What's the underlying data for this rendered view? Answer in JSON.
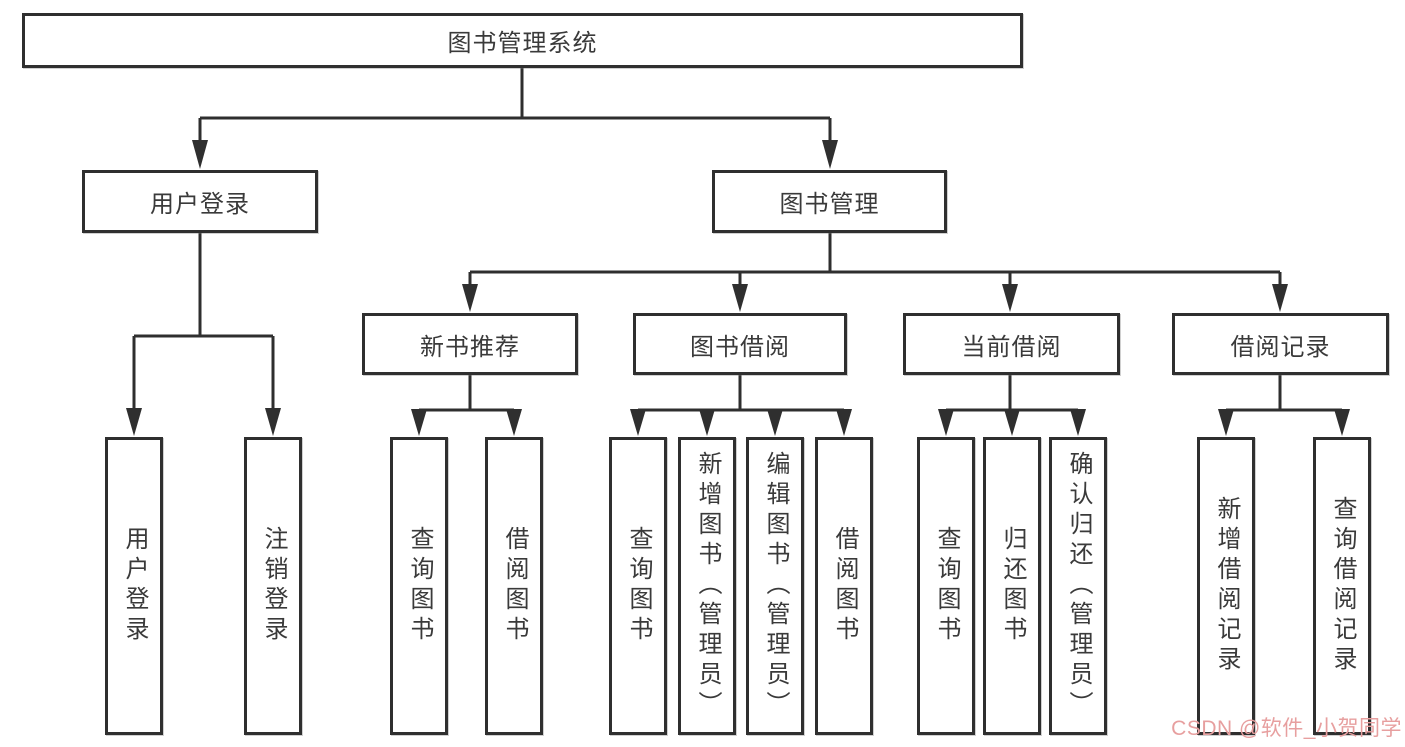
{
  "nodes": {
    "root": "图书管理系统",
    "user_login": "用户登录",
    "book_management": "图书管理",
    "new_book_recommend": "新书推荐",
    "book_borrow": "图书借阅",
    "current_borrow": "当前借阅",
    "borrow_records": "借阅记录"
  },
  "leaves": [
    "用户登录",
    "注销登录",
    "查询图书",
    "借阅图书",
    "查询图书",
    "新增图书（管理员）",
    "编辑图书（管理员）",
    "借阅图书",
    "查询图书",
    "归还图书",
    "确认归还（管理员）",
    "新增借阅记录",
    "查询借阅记录"
  ],
  "watermark": {
    "text": "CSDN @软件_小贺同学",
    "color": "#e79f9f"
  },
  "colors": {
    "line": "#2f2f2f",
    "box_border": "#2f2f2f",
    "text": "#3a3a3a",
    "background": "#ffffff"
  }
}
